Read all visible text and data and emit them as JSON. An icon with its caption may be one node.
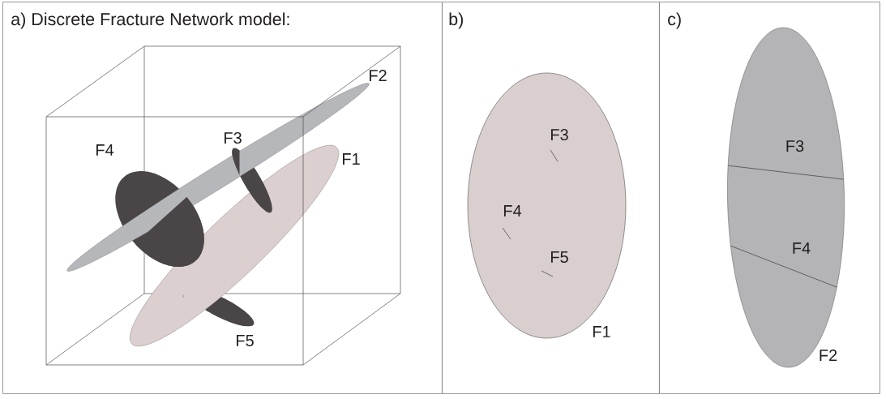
{
  "diagram": {
    "nodes": [
      {
        "text": [
          "a) Discrete Fracture Network model:",
          "F2",
          "F4",
          "F3",
          "F1",
          "F5"
        ]
      },
      {
        "text": [
          "b)"
        ]
      },
      {
        "text": [
          "F3",
          "F4",
          "F5"
        ],
        "beside": [
          "F1"
        ],
        "in": 1
      },
      {
        "text": [
          "c)"
        ]
      },
      {
        "text": [
          "F3",
          "F4"
        ],
        "beside": [
          "F2"
        ],
        "in": 3
      }
    ]
  }
}
